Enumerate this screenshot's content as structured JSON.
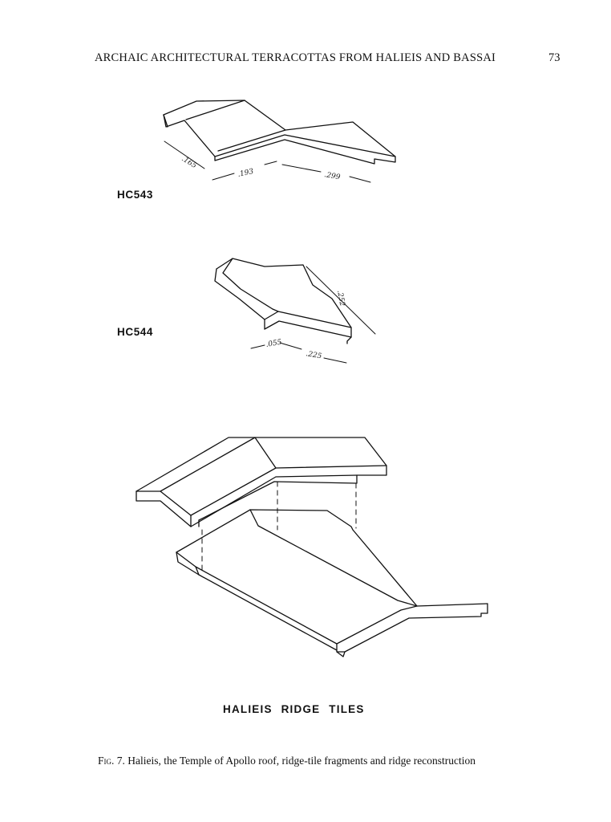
{
  "header": {
    "running_title": "ARCHAIC ARCHITECTURAL TERRACOTTAS FROM HALIEIS AND BASSAI",
    "page_number": "73"
  },
  "figures": {
    "hc543": {
      "label": "HC543",
      "dimensions": [
        ".165",
        ".193",
        ".299"
      ]
    },
    "hc544": {
      "label": "HC544",
      "dimensions": [
        ".252",
        ".055",
        ".225"
      ]
    },
    "reconstruction": {
      "title": "HALIEIS RIDGE TILES"
    }
  },
  "caption": {
    "fig_abbr": "Fig. 7.",
    "text": " Halieis, the Temple of Apollo roof, ridge-tile fragments and ridge reconstruction"
  }
}
